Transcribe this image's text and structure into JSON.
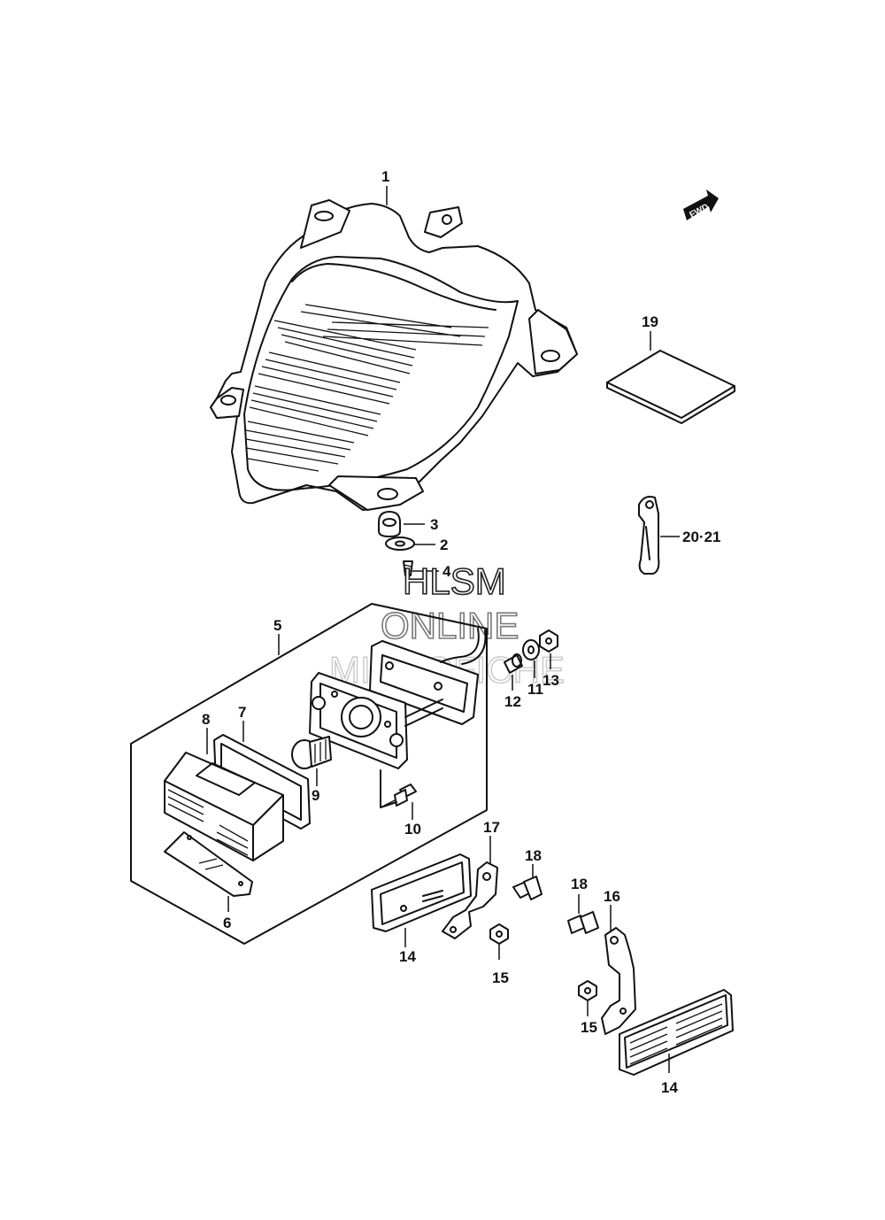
{
  "diagram": {
    "fwd_label": "FWD",
    "watermark": [
      "HLSM",
      "ONLINE",
      "MICROFICHE"
    ],
    "callouts": {
      "c1": "1",
      "c2": "2",
      "c3": "3",
      "c4": "4",
      "c5": "5",
      "c6": "6",
      "c7": "7",
      "c8": "8",
      "c9": "9",
      "c10": "10",
      "c11": "11",
      "c12": "12",
      "c13": "13",
      "c14a": "14",
      "c14b": "14",
      "c15a": "15",
      "c15b": "15",
      "c16": "16",
      "c17": "17",
      "c18a": "18",
      "c18b": "18",
      "c19": "19",
      "c2021": "20·21"
    }
  }
}
